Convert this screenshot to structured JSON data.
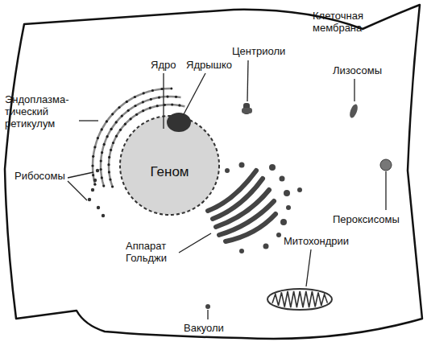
{
  "diagram": {
    "nodes": [
      {
        "text": [
          "Клеточная мембрана"
        ]
      },
      {
        "text": [
          "Геном"
        ],
        "in": 0
      }
    ],
    "labels": [
      "Ядро",
      "Ядрышко",
      "Центриоли",
      "Лизосомы",
      "Эндоплазма- тический ретикулум",
      "Рибосомы",
      "Пероксисомы",
      "Аппарат Гольджи",
      "Митохондрии",
      "Вакуоли"
    ]
  }
}
